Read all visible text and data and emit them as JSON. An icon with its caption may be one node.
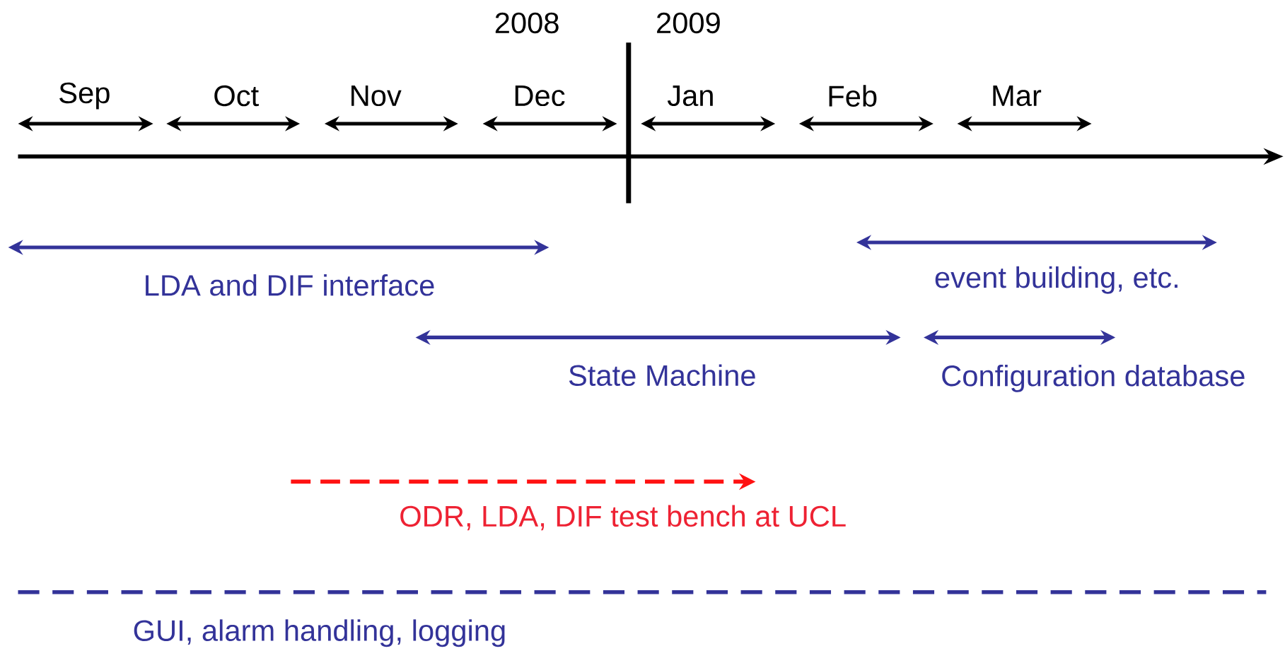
{
  "diagram": {
    "labels": [
      "2008",
      "2009",
      "Sep",
      "Oct",
      "Nov",
      "Dec",
      "Jan",
      "Feb",
      "Mar",
      "LDA and DIF interface",
      "event building, etc.",
      "State Machine",
      "Configuration database",
      "ODR, LDA, DIF test bench at UCL",
      "GUI, alarm handling, logging"
    ]
  }
}
